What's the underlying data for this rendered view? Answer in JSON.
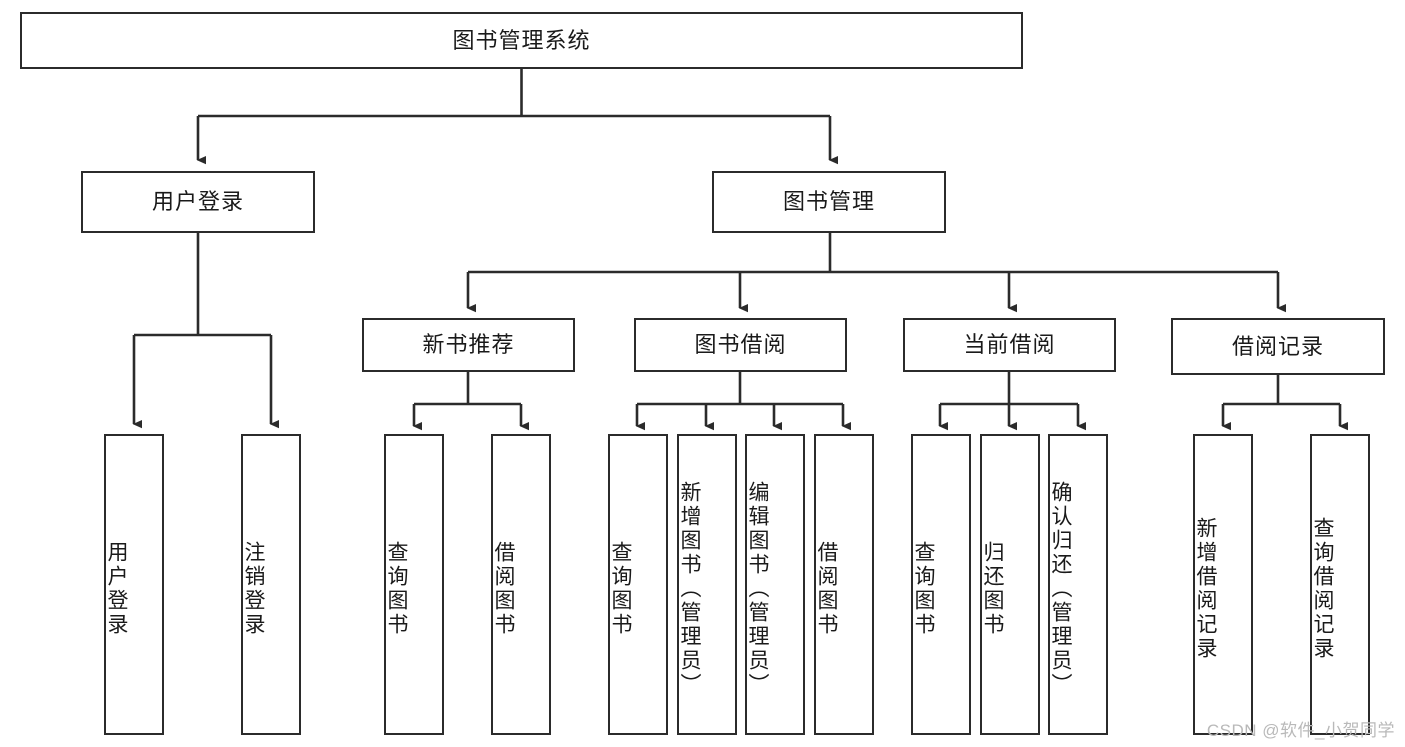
{
  "diagram": {
    "title": "图书管理系统",
    "type": "hierarchy-tree",
    "colors": {
      "background": "#ffffff",
      "stroke": "#2b2b2b",
      "text": "#1a1a1a",
      "watermark": "#b9b9b9"
    },
    "root": {
      "label": "图书管理系统"
    },
    "level2": [
      {
        "label": "用户登录"
      },
      {
        "label": "图书管理"
      }
    ],
    "level3": [
      {
        "label": "新书推荐"
      },
      {
        "label": "图书借阅"
      },
      {
        "label": "当前借阅"
      },
      {
        "label": "借阅记录"
      }
    ],
    "leaves": {
      "user_login": [
        {
          "label": "用户登录"
        },
        {
          "label": "注销登录"
        }
      ],
      "new_book_recommend": [
        {
          "label": "查询图书"
        },
        {
          "label": "借阅图书"
        }
      ],
      "book_borrow": [
        {
          "label": "查询图书"
        },
        {
          "label": "新增图书（管理员）"
        },
        {
          "label": "编辑图书（管理员）"
        },
        {
          "label": "借阅图书"
        }
      ],
      "current_borrow": [
        {
          "label": "查询图书"
        },
        {
          "label": "归还图书"
        },
        {
          "label": "确认归还（管理员）"
        }
      ],
      "borrow_record": [
        {
          "label": "新增借阅记录"
        },
        {
          "label": "查询借阅记录"
        }
      ]
    }
  },
  "watermark": {
    "text": "CSDN @软件_小贺同学"
  }
}
